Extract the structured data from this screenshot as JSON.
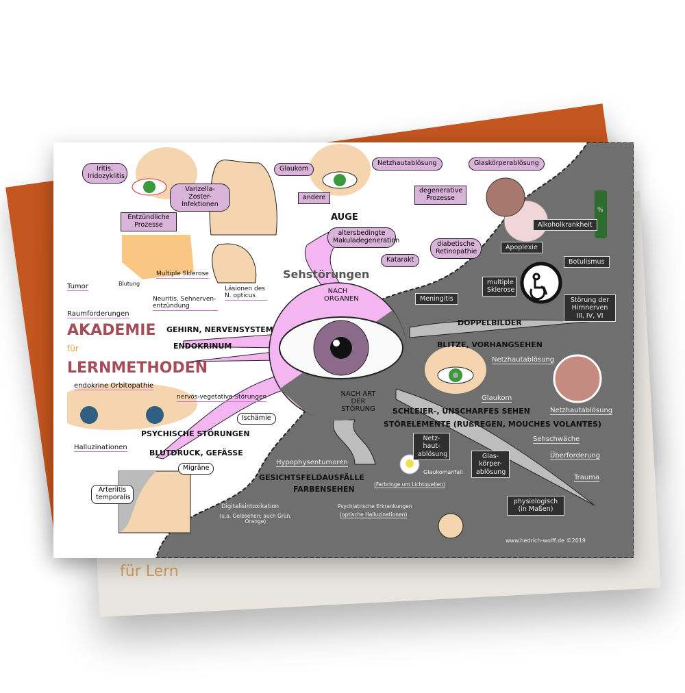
{
  "backdrop": {
    "card_text": "für Lern"
  },
  "poster": {
    "center": {
      "title": "Sehstörungen",
      "top": "NACH ORGANEN",
      "bottom": "NACH ART DER STÖRUNG"
    },
    "organs": {
      "auge": "AUGE",
      "auge_items": [
        "Iritis, Iridozyklitis",
        "Varizella-Zoster-Infektionen",
        "Entzündliche Prozesse",
        "Glaukom",
        "andere",
        "Netzhautablösung",
        "degenerative Prozesse",
        "Glaskörperablösung",
        "altersbedingte Makuladegeneration",
        "Katarakt",
        "diabetische Retinopathie"
      ],
      "gehirn": "GEHIRN, NERVENSYSTEM",
      "gehirn_items": [
        "Tumor",
        "Blutung",
        "Raumforderungen",
        "Multiple Sklerose",
        "Neuritis, Sehnerven-entzündung",
        "Läsionen des N. opticus"
      ],
      "endokrinum": "ENDOKRINUM",
      "endokrinum_items": [
        "endokrine Orbitopathie"
      ],
      "psyche": "PSYCHISCHE STÖRUNGEN",
      "psyche_items": [
        "nervös-vegetative Störungen",
        "Halluzinationen"
      ],
      "blut": "BLUTDRUCK, GEFÄSSE",
      "blut_items": [
        "Ischämie",
        "Migräne",
        "Arteriitis temporalis"
      ]
    },
    "types": {
      "doppel": "DOPPELBILDER",
      "doppel_items": [
        "Meningitis",
        "multiple Sklerose",
        "Apoplexie",
        "Alkoholkrankheit",
        "Botulismus",
        "Störung der Hirnnerven III, IV, VI"
      ],
      "blitze": "BLITZE, VORHANGSEHEN",
      "blitze_items": [
        "Netzhautablösung"
      ],
      "schleier": "SCHLEIER-, UNSCHARFES SEHEN",
      "schleier_items": [
        "Glaukom",
        "Netzhautablösung",
        "Sehschwäche",
        "Überforderung",
        "Trauma"
      ],
      "stoer": "STÖRELEMENTE (RUßREGEN, MOUCHES VOLANTES)",
      "stoer_items": [
        "Netz-haut-ablösung",
        "Glas-körper-ablösung",
        "physiologisch (in Maßen)"
      ],
      "gesicht": "GESICHTSFELDAUSFÄLLE",
      "gesicht_items": [
        "Hypophysentumoren"
      ],
      "farben": "FARBENSEHEN",
      "farben_items": [
        "Glaukomanfall",
        "(Farbringe um Lichtquellen)",
        "Digitalisintoxikation",
        "(u.a. Gelbsehen; auch Grün, Orange)",
        "Psychiatrische Erkrankungen",
        "(optische Halluzinationen)"
      ]
    },
    "watermark": {
      "line1": "AKADEMIE",
      "mid": "für",
      "line2": "LERNMETHODEN"
    },
    "bottle_label": "%",
    "credit": "www.hedrich-wolff.de ©2019"
  },
  "colors": {
    "pink": "#f4b6f0",
    "gray": "#6f6f6f",
    "label": "#d9b3d9",
    "orange": "#c4561f"
  }
}
